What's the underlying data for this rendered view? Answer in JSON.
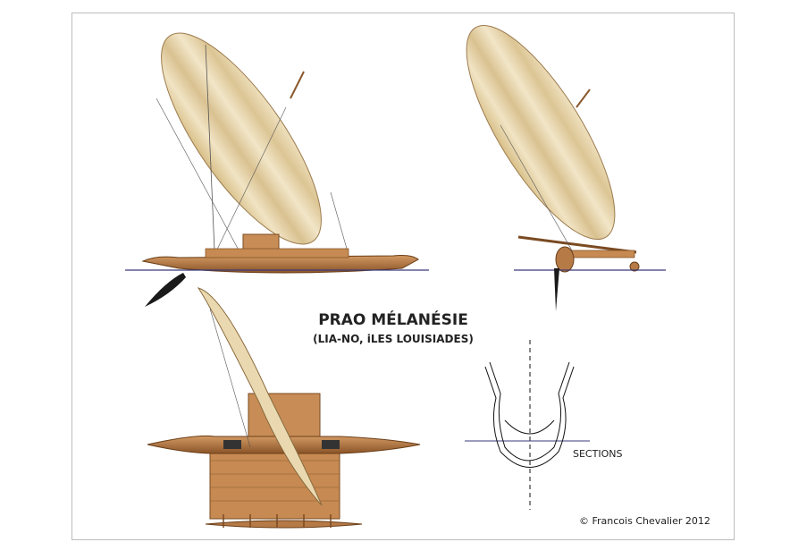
{
  "title": "PRAO MÉLANÉSIE",
  "subtitle": "(LIA-NO, iLES LOUISIADES)",
  "sections_label": "SECTIONS",
  "copyright": "© Francois Chevalier  2012",
  "colors": {
    "sail": "#e3cfa0",
    "hull": "#b57a46",
    "waterline": "#3a3a7a"
  }
}
